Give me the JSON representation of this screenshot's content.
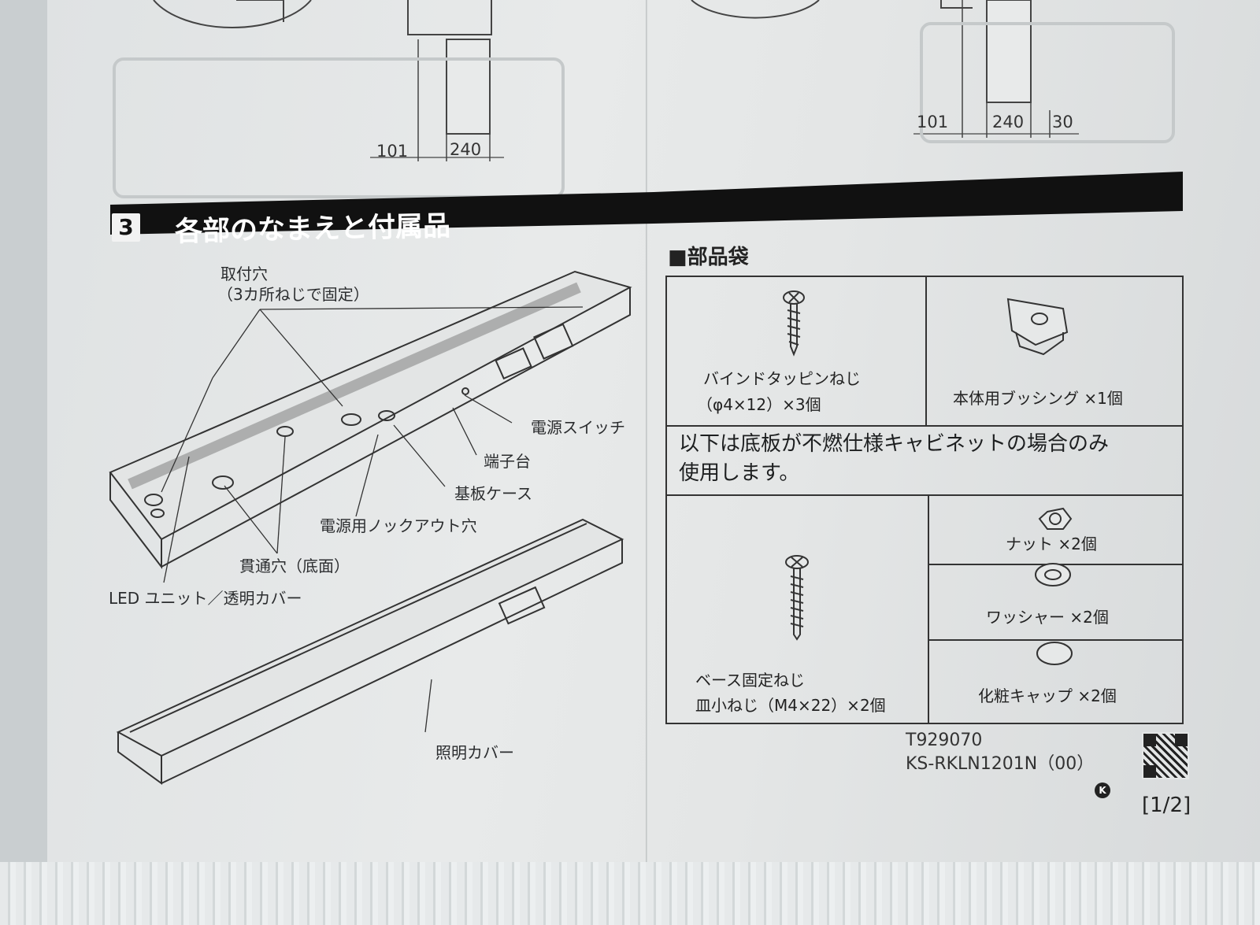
{
  "top_dims_left": {
    "a": "101",
    "b": "240"
  },
  "top_dims_right": {
    "a": "101",
    "b": "240",
    "c": "30"
  },
  "section": {
    "number": "3",
    "title": "各部のなまえと付属品"
  },
  "diagram_labels": {
    "mount_holes_line1": "取付穴",
    "mount_holes_line2": "（3カ所ねじで固定）",
    "power_switch": "電源スイッチ",
    "terminal_block": "端子台",
    "board_case": "基板ケース",
    "knockout": "電源用ノックアウト穴",
    "through_holes": "貫通穴（底面）",
    "led_unit": "LED ユニット／透明カバー",
    "light_cover": "照明カバー"
  },
  "parts_bag": {
    "heading": "■部品袋",
    "bind_screw_line1": "バインドタッピンねじ",
    "bind_screw_line2": "（φ4×12）×3個",
    "bushing": "本体用ブッシング ×1個",
    "notice_line1": "以下は底板が不燃仕様キャビネットの場合のみ",
    "notice_line2": "使用します。",
    "nut": "ナット ×2個",
    "washer": "ワッシャー ×2個",
    "base_screw_line1": "ベース固定ねじ",
    "base_screw_line2": "皿小ねじ（M4×22）×2個",
    "cap": "化粧キャップ ×2個"
  },
  "footer": {
    "code1": "T929070",
    "code2": "KS-RKLN1201N（00）",
    "mark": "K",
    "page": "[1/2]"
  },
  "colors": {
    "ink": "#2a2c2e",
    "banner": "#111111",
    "paper": "#e4e6e6"
  }
}
